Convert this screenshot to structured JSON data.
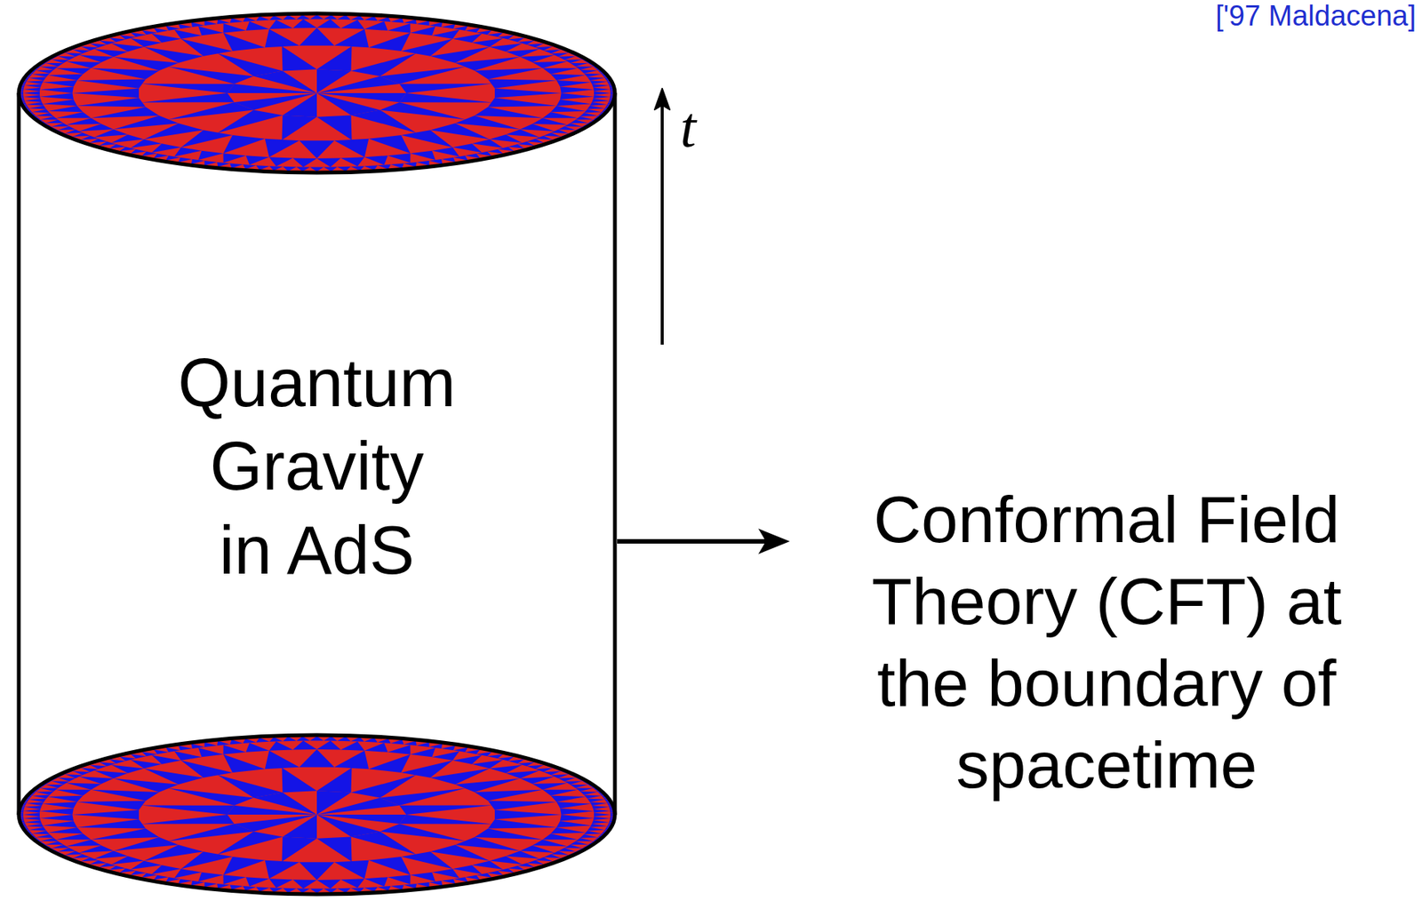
{
  "diagram": {
    "nodes": [
      {
        "text": [
          "Quantum Gravity in AdS"
        ]
      },
      {
        "text": [
          "Conformal Field Theory (CFT) at the boundary of spacetime"
        ]
      }
    ],
    "edges": [
      {
        "from": 0,
        "to": 1,
        "arrow": "to"
      }
    ],
    "labels": [
      "['97 Maldacena]",
      "t"
    ]
  }
}
